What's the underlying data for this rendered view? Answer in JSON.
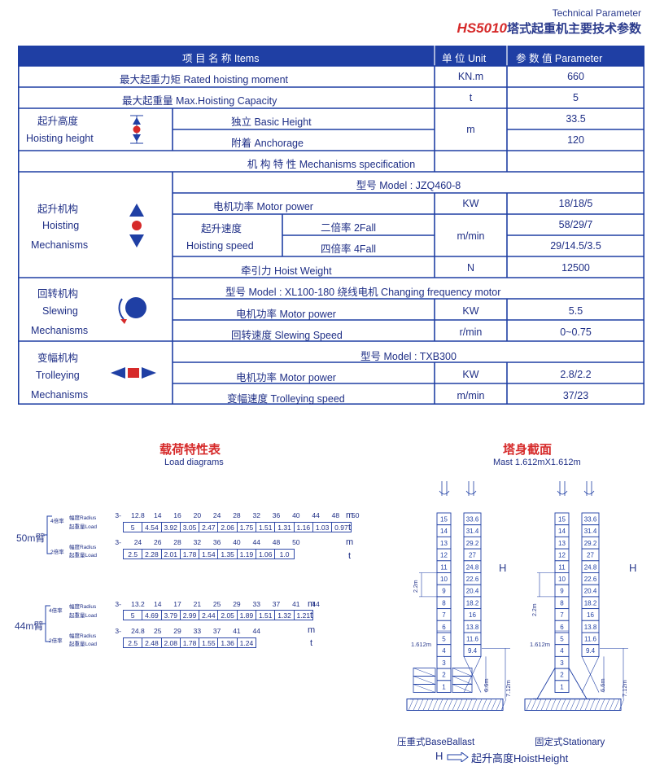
{
  "header": {
    "title_en": "Technical Parameter",
    "model": "HS5010",
    "title_cn": "塔式起重机主要技术参数"
  },
  "colors": {
    "primary": "#1f3fa4",
    "accent": "#d62a2a",
    "header_fill": "#1f3fa4"
  },
  "spec_table": {
    "headers": {
      "item": "项 目 名 称  Items",
      "unit": "单 位  Unit",
      "param": "参 数 值  Parameter"
    },
    "rated_moment": {
      "label": "最大起重力矩       Rated hoisting moment",
      "unit": "KN.m",
      "value": "660"
    },
    "max_capacity": {
      "label": "最大起重量       Max.Hoisting Capacity",
      "unit": "t",
      "value": "5"
    },
    "hoisting_height": {
      "cn": "起升高度",
      "en": "Hoisting height",
      "icon": "vertical-arrows-icon",
      "basic": "独立   Basic Height",
      "basic_value": "33.5",
      "anchor": "附着   Anchorage",
      "anchor_value": "120",
      "unit": "m"
    },
    "mechanisms_title": "机  构  特  性  Mechanisms specification",
    "hoisting": {
      "cn": "起升机构",
      "en1": "Hoisting",
      "en2": "Mechanisms",
      "icon": "up-down-arrows-icon",
      "model": "型号   Model  :  JZQ460-8",
      "motor": "电机功率     Motor power",
      "motor_unit": "KW",
      "motor_value": "18/18/5",
      "speed_cn": "起升速度",
      "speed_en": "Hoisting speed",
      "fall2": "二倍率    2Fall",
      "fall2_value": "58/29/7",
      "fall4": "四倍率    4Fall",
      "fall4_value": "29/14.5/3.5",
      "speed_unit": "m/min",
      "weight": "牵引力    Hoist Weight",
      "weight_unit": "N",
      "weight_value": "12500"
    },
    "slewing": {
      "cn": "回转机构",
      "en1": "Slewing",
      "en2": "Mechanisms",
      "icon": "rotation-icon",
      "model": "型号    Model  :  XL100-180    绕线电机     Changing frequency motor",
      "motor": "电机功率     Motor power",
      "motor_unit": "KW",
      "motor_value": "5.5",
      "speed": "回转速度     Slewing Speed",
      "speed_unit": "r/min",
      "speed_value": "0~0.75"
    },
    "trolleying": {
      "cn": "变幅机构",
      "en1": "Trolleying",
      "en2": "Mechanisms",
      "icon": "left-right-arrows-icon",
      "model": "型号   Model  :  TXB300",
      "motor": "电机功率     Motor power",
      "motor_unit": "KW",
      "motor_value": "2.8/2.2",
      "speed": "变幅速度     Trolleying speed",
      "speed_unit": "m/min",
      "speed_value": "37/23"
    }
  },
  "load_diagrams": {
    "title_cn": "载荷特性表",
    "title_en": "Load diagrams",
    "radius_label": "幅度Radius",
    "load_label": "起重量Load",
    "unit_m": "m",
    "unit_t": "t",
    "jib50": {
      "label": "50m臂",
      "fall4": "4倍率",
      "fall2": "2倍率",
      "r4": [
        "3-",
        "12.8",
        "14",
        "16",
        "20",
        "24",
        "28",
        "32",
        "36",
        "40",
        "44",
        "48",
        "50"
      ],
      "l4": [
        "5",
        "4.54",
        "3.92",
        "3.05",
        "2.47",
        "2.06",
        "1.75",
        "1.51",
        "1.31",
        "1.16",
        "1.03",
        "0.97"
      ],
      "r2": [
        "3-",
        "24",
        "26",
        "28",
        "32",
        "36",
        "40",
        "44",
        "48",
        "50"
      ],
      "l2": [
        "2.5",
        "2.28",
        "2.01",
        "1.78",
        "1.54",
        "1.35",
        "1.19",
        "1.06",
        "1.0"
      ]
    },
    "jib44": {
      "label": "44m臂",
      "fall4": "4倍率",
      "fall2": "2倍率",
      "r4": [
        "3-",
        "13.2",
        "14",
        "17",
        "21",
        "25",
        "29",
        "33",
        "37",
        "41",
        "44"
      ],
      "l4": [
        "5",
        "4.69",
        "3.79",
        "2.99",
        "2.44",
        "2.05",
        "1.89",
        "1.51",
        "1.32",
        "1.21"
      ],
      "r2": [
        "3-",
        "24.8",
        "25",
        "29",
        "33",
        "37",
        "41",
        "44"
      ],
      "l2": [
        "2.5",
        "2.48",
        "2.08",
        "1.78",
        "1.55",
        "1.36",
        "1.24"
      ]
    }
  },
  "mast": {
    "title_cn": "塔身截面",
    "title_en": "Mast 1.612mX1.612m",
    "sections": [
      "15",
      "14",
      "13",
      "12",
      "11",
      "10",
      "9",
      "8",
      "7",
      "6",
      "5",
      "4",
      "3",
      "2",
      "1"
    ],
    "heights": [
      "33.6",
      "31.4",
      "29.2",
      "27",
      "24.8",
      "22.6",
      "20.4",
      "18.2",
      "16",
      "13.8",
      "11.6",
      "9.4"
    ],
    "dim_section": "2.2m",
    "dim_width": "1.612m",
    "dim_66": "6.6m",
    "dim_712": "7.12m",
    "h_label": "H",
    "base_ballast": "压重式BaseBallast",
    "stationary": "固定式Stationary",
    "legend_h": "H",
    "legend_text": "起升高度HoistHeight"
  }
}
